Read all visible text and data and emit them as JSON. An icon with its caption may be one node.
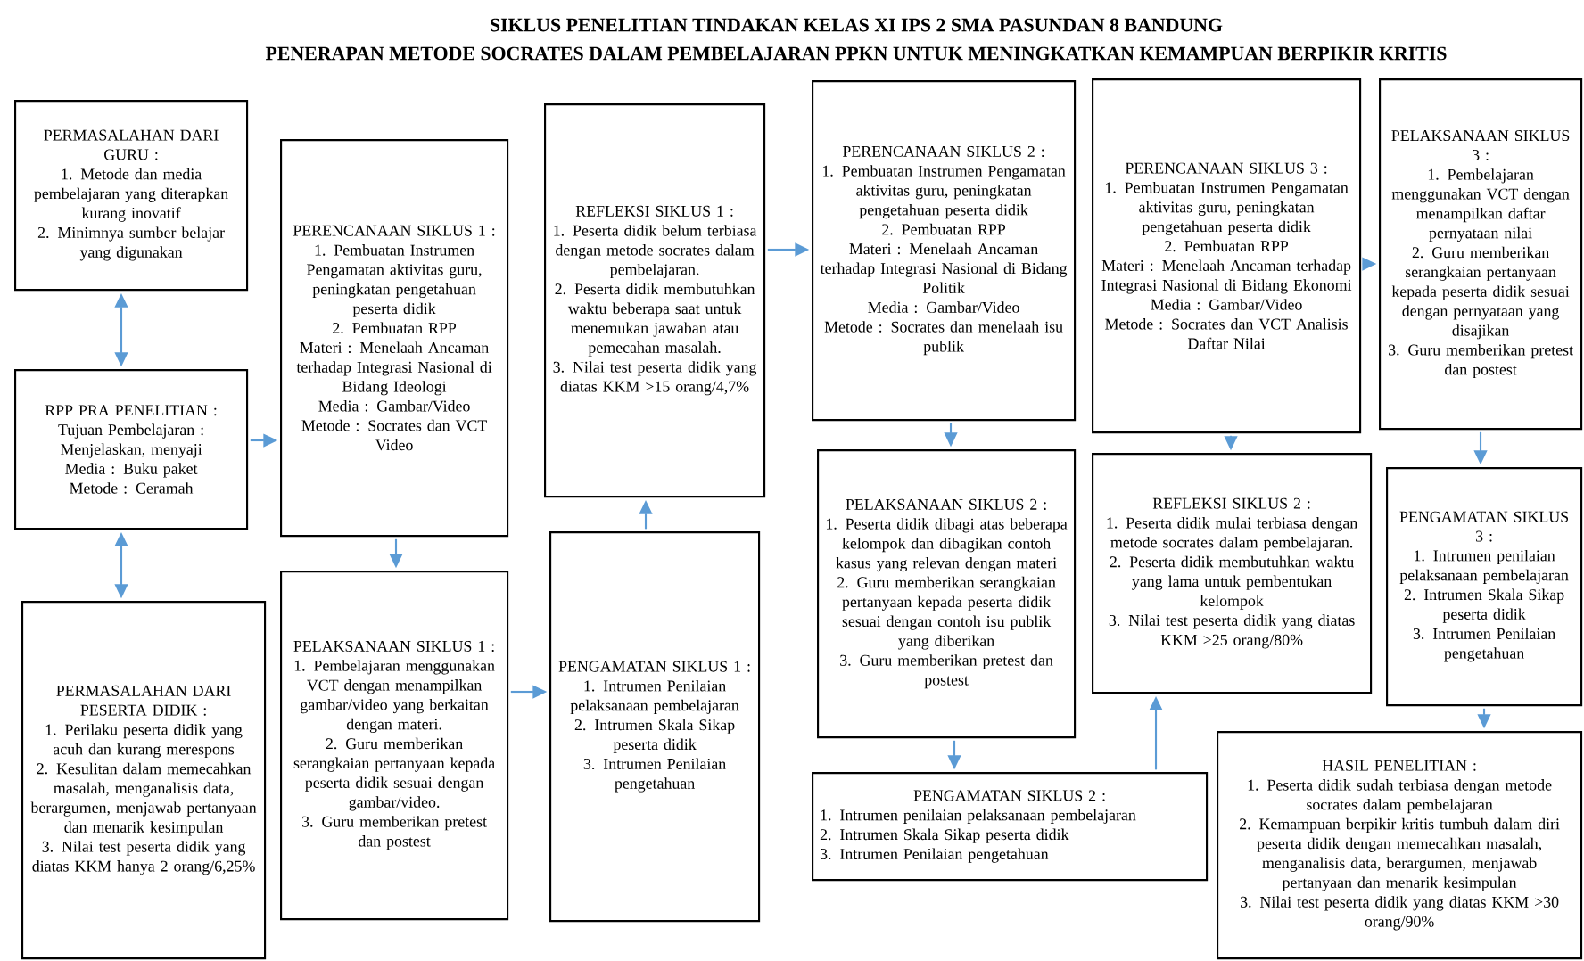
{
  "diagram": {
    "title": "SIKLUS PENELITIAN TINDAKAN KELAS XI IPS 2 SMA PASUNDAN 8 BANDUNG",
    "nodes": [
      {
        "text": [
          "PERMASALAHAN DARI GURU :",
          "1. Metode dan media pembelajaran yang diterapkan kurang inovatif",
          "2. Minimnya sumber belajar yang digunakan"
        ]
      },
      {
        "text": [
          "RPP PRA PENELITIAN :",
          "Tujuan Pembelajaran : Menjelaskan, menyaji",
          "Media : Buku paket",
          "Metode : Ceramah"
        ]
      },
      {
        "text": [
          "PERMASALAHAN DARI PESERTA DIDIK :",
          "1. Perilaku peserta didik yang acuh dan kurang merespons",
          "2. Kesulitan dalam memecahkan masalah, menganalisis data, berargumen, menjawab pertanyaan dan menarik kesimpulan",
          "3. Nilai test peserta didik yang diatas KKM hanya 2 orang/6,25%"
        ]
      },
      {
        "text": [
          "PERENCANAAN SIKLUS 1 :",
          "1. Pembuatan Instrumen Pengamatan aktivitas guru, peningkatan pengetahuan peserta didik",
          "2. Pembuatan RPP",
          "Materi : Menelaah Ancaman terhadap Integrasi Nasional di Bidang Ideologi",
          "Media : Gambar/Video",
          "Metode : Socrates dan VCT Video"
        ]
      },
      {
        "text": [
          "PELAKSANAAN SIKLUS 1 :",
          "1. Pembelajaran menggunakan VCT dengan menampilkan gambar/video yang berkaitan dengan materi.",
          "2. Guru memberikan serangkaian pertanyaan kepada peserta didik sesuai dengan gambar/video.",
          "3. Guru memberikan pretest dan postest"
        ]
      },
      {
        "text": [
          "REFLEKSI SIKLUS 1 :",
          "1. Peserta didik belum terbiasa dengan metode socrates dalam pembelajaran.",
          "2. Peserta didik membutuhkan waktu beberapa saat untuk menemukan jawaban atau pemecahan masalah.",
          "3. Nilai test peserta didik yang diatas KKM >15 orang/4,7%"
        ]
      },
      {
        "text": [
          "PENGAMATAN SIKLUS 1 :",
          "1. Intrumen Penilaian pelaksanaan pembelajaran",
          "2. Intrumen Skala Sikap peserta didik",
          "3. Intrumen Penilaian pengetahuan"
        ]
      },
      {
        "text": [
          "PERENCANAAN SIKLUS 2 :",
          "1. Pembuatan Instrumen Pengamatan aktivitas guru, peningkatan pengetahuan peserta didik",
          "2. Pembuatan RPP",
          "Materi : Menelaah Ancaman terhadap Integrasi Nasional di Bidang Politik",
          "Media : Gambar/Video",
          "Metode : Socrates dan menelaah isu publik"
        ]
      },
      {
        "text": [
          "PELAKSANAAN SIKLUS 2 :",
          "1. Peserta didik dibagi atas beberapa kelompok dan dibagikan contoh kasus yang relevan dengan materi",
          "2. Guru memberikan serangkaian pertanyaan kepada peserta didik sesuai dengan contoh isu publik yang diberikan",
          "3. Guru memberikan pretest dan postest"
        ]
      },
      {
        "text": [
          "PENGAMATAN SIKLUS 2 :",
          "1. Intrumen penilaian pelaksanaan pembelajaran",
          "2. Intrumen Skala Sikap peserta didik",
          "3. Intrumen Penilaian pengetahuan"
        ]
      },
      {
        "text": [
          "PERENCANAAN SIKLUS 3 :",
          "1. Pembuatan Instrumen Pengamatan aktivitas guru, peningkatan pengetahuan peserta didik",
          "2. Pembuatan RPP",
          "Materi : Menelaah Ancaman terhadap Integrasi Nasional di Bidang Ekonomi",
          "Media : Gambar/Video",
          "Metode : Socrates dan VCT Analisis Daftar Nilai"
        ]
      },
      {
        "text": [
          "REFLEKSI SIKLUS 2 :",
          "1. Peserta didik mulai terbiasa dengan metode socrates dalam pembelajaran.",
          "2. Peserta didik membutuhkan waktu yang lama untuk pembentukan kelompok",
          "3. Nilai test peserta didik yang diatas KKM >25 orang/80%"
        ]
      },
      {
        "text": [
          "PELAKSANAAN SIKLUS 3 :",
          "1. Pembelajaran menggunakan VCT dengan menampilkan daftar pernyataan nilai",
          "2. Guru memberikan serangkaian pertanyaan kepada peserta didik sesuai dengan pernyataan yang disajikan",
          "3. Guru memberikan pretest dan postest"
        ]
      },
      {
        "text": [
          "PENGAMATAN SIKLUS 3 :",
          "1. Intrumen penilaian pelaksanaan pembelajaran",
          "2. Intrumen Skala Sikap peserta didik",
          "3. Intrumen Penilaian pengetahuan"
        ]
      },
      {
        "text": [
          "HASIL PENELITIAN :",
          "1. Peserta didik sudah terbiasa dengan metode socrates dalam pembelajaran",
          "2. Kemampuan berpikir kritis tumbuh dalam diri peserta didik dengan memecahkan masalah, menganalisis data, berargumen, menjawab pertanyaan dan menarik kesimpulan",
          "3. Nilai test peserta didik yang diatas KKM >30 orang/90%"
        ]
      }
    ],
    "edges": [
      {
        "from": 0,
        "to": 1,
        "arrow": "both"
      },
      {
        "from": 1,
        "to": 2,
        "arrow": "both"
      },
      {
        "from": 1,
        "to": 3,
        "arrow": "to"
      },
      {
        "from": 3,
        "to": 4,
        "arrow": "to"
      },
      {
        "from": 4,
        "to": 6,
        "arrow": "to"
      },
      {
        "from": 6,
        "to": 5,
        "arrow": "to"
      },
      {
        "from": 5,
        "to": 7,
        "arrow": "to"
      },
      {
        "from": 7,
        "to": 8,
        "arrow": "to"
      },
      {
        "from": 8,
        "to": 9,
        "arrow": "to"
      },
      {
        "from": 9,
        "to": 11,
        "arrow": "to"
      },
      {
        "from": 10,
        "to": 12,
        "arrow": "to"
      },
      {
        "from": 10,
        "to": 11,
        "arrow": "to"
      },
      {
        "from": 12,
        "to": 13,
        "arrow": "to"
      },
      {
        "from": 13,
        "to": 14,
        "arrow": "to"
      }
    ],
    "labels": [
      "PENERAPAN METODE SOCRATES DALAM PEMBELAJARAN PPKN UNTUK MENINGKATKAN KEMAMPUAN BERPIKIR KRITIS"
    ]
  }
}
